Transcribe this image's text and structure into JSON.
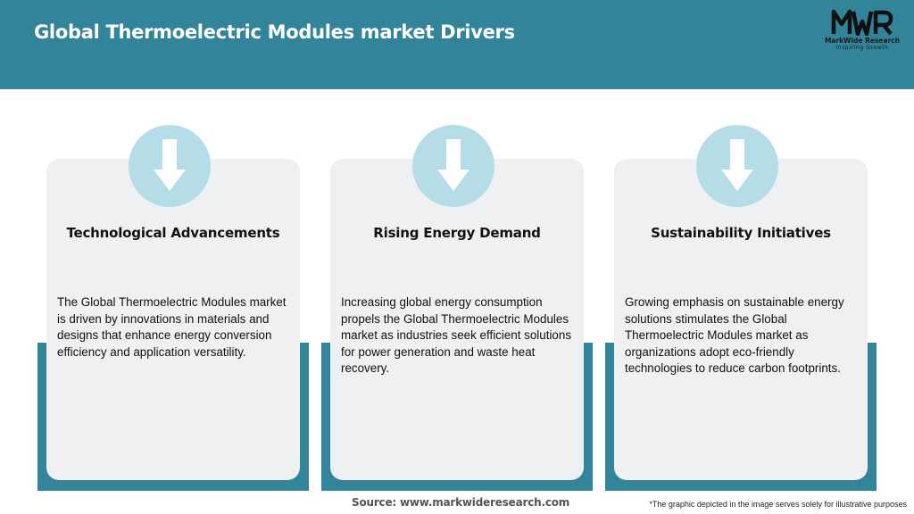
{
  "header": {
    "title": "Global Thermoelectric Modules market Drivers",
    "background_color": "#31849a"
  },
  "logo": {
    "mark": "MWR",
    "name": "MarkWide Research",
    "tagline": "Inspiring Growth"
  },
  "cards": [
    {
      "icon": "arrow-down-icon",
      "title": "Technological Advancements",
      "text": "The Global Thermoelectric Modules market is driven by innovations in materials and designs that enhance energy conversion efficiency and application versatility."
    },
    {
      "icon": "arrow-down-icon",
      "title": "Rising Energy Demand",
      "text": "Increasing global energy consumption propels the Global Thermoelectric Modules market as industries seek efficient solutions for power generation and waste heat recovery."
    },
    {
      "icon": "arrow-down-icon",
      "title": "Sustainability Initiatives",
      "text": "Growing emphasis on sustainable energy solutions stimulates the Global Thermoelectric Modules market as organizations adopt eco-friendly technologies to reduce carbon footprints."
    }
  ],
  "colors": {
    "accent": "#31849a",
    "icon_circle": "#b5dde7",
    "card_background": "#eef0f2"
  },
  "footer": {
    "source": "Source: www.markwideresearch.com",
    "disclaimer": "*The graphic depicted in the image serves solely for illustrative purposes"
  }
}
